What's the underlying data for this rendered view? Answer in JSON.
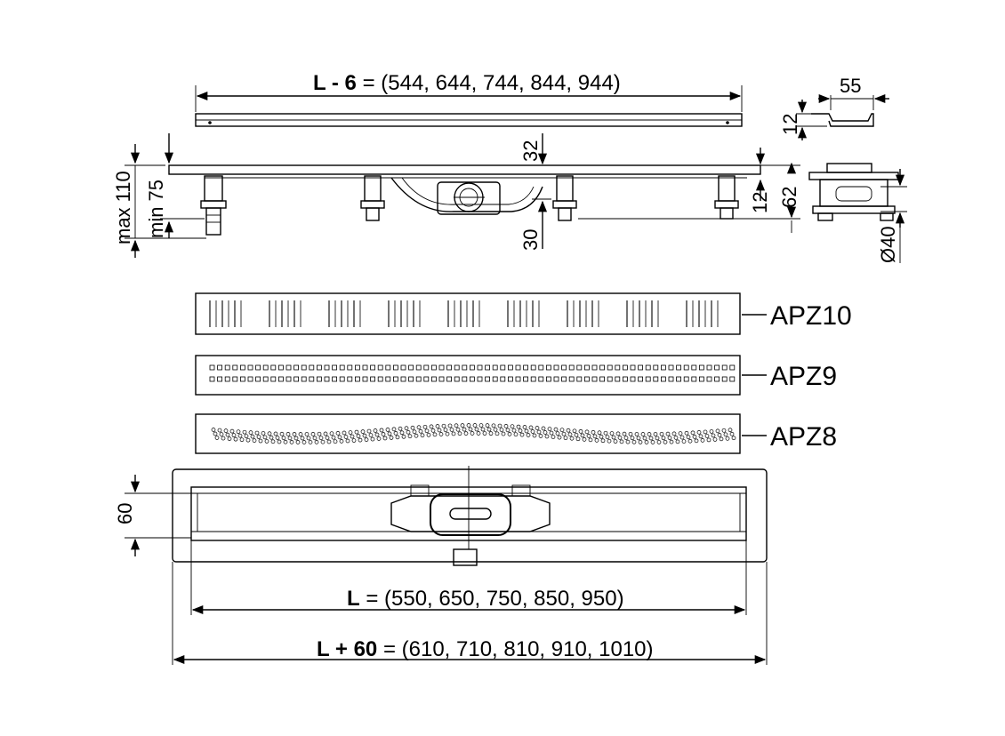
{
  "dimensions": {
    "top_width_prefix": "L - 6",
    "top_width_values": " = (544, 644, 744, 844, 944)",
    "mid_length_prefix": "L",
    "mid_length_values": " = (550, 650, 750, 850, 950)",
    "total_length_prefix": "L + 60",
    "total_length_values": " = (610, 710, 810, 910, 1010)",
    "max_height": "max 110",
    "min_height": "min 75",
    "outlet_top": "32",
    "outlet_bottom": "30",
    "flange_12_a": "12",
    "height_62": "62",
    "profile_width": "55",
    "profile_height": "12",
    "outlet_diameter": "Ø40",
    "channel_width": "60"
  },
  "gratings": [
    {
      "label": "APZ10",
      "pattern": "slots"
    },
    {
      "label": "APZ9",
      "pattern": "squares"
    },
    {
      "label": "APZ8",
      "pattern": "wave"
    }
  ]
}
